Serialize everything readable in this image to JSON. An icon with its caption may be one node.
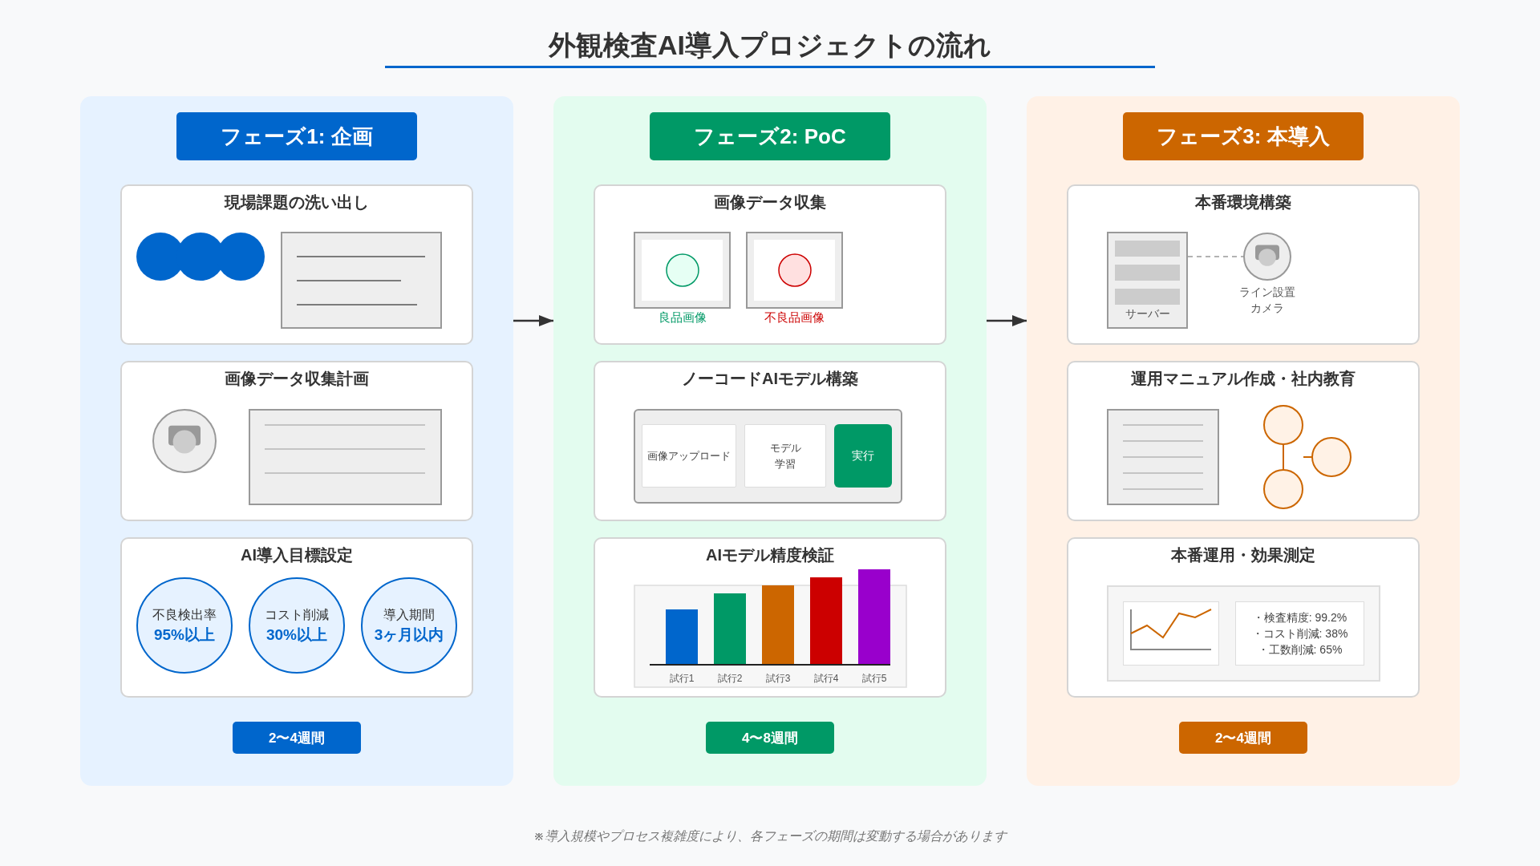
{
  "diagram": {
    "title": "外観検査AI導入プロジェクトの流れ",
    "caption": "※導入規模やプロセス複雑度により、各フェーズの期間は変動する場合があります",
    "nodes": [
      {
        "text": [],
        "shape": "box"
      },
      {
        "text": [
          "フェーズ1: 企画"
        ],
        "in": 0
      },
      {
        "text": [
          "現場課題の洗い出し"
        ],
        "in": 0
      },
      {
        "text": [
          "画像データ収集計画"
        ],
        "in": 0
      },
      {
        "text": [
          "AI導入目標設定"
        ],
        "in": 0
      },
      {
        "text": [
          "不良検出率",
          "95%以上"
        ],
        "in": 4
      },
      {
        "text": [
          "コスト削減",
          "30%以上"
        ],
        "in": 4
      },
      {
        "text": [
          "導入期間",
          "3ヶ月以内"
        ],
        "in": 4
      },
      {
        "text": [
          "2〜4週間"
        ],
        "in": 0
      },
      {
        "text": [],
        "shape": "box"
      },
      {
        "text": [
          "フェーズ2: PoC"
        ],
        "in": 9
      },
      {
        "text": [
          "画像データ収集"
        ],
        "in": 9
      },
      {
        "text": [
          "良品画像"
        ],
        "in": 11
      },
      {
        "text": [
          "不良品画像"
        ],
        "in": 11
      },
      {
        "text": [
          "ノーコードAIモデル構築"
        ],
        "in": 9
      },
      {
        "text": [],
        "shape": "box",
        "in": 14
      },
      {
        "text": [
          "画像アップロード"
        ],
        "in": 15
      },
      {
        "text": [
          "モデル学習"
        ],
        "in": 15
      },
      {
        "text": [
          "実行"
        ],
        "in": 15
      },
      {
        "text": [
          "AIモデル精度検証"
        ],
        "in": 9
      },
      {
        "text": [
          "4〜8週間"
        ],
        "in": 9
      },
      {
        "text": [],
        "shape": "box"
      },
      {
        "text": [
          "フェーズ3: 本導入"
        ],
        "in": 21
      },
      {
        "text": [
          "本番環境構築"
        ],
        "in": 21
      },
      {
        "text": [
          "サーバー"
        ],
        "in": 23
      },
      {
        "text": [
          "ライン設置カメラ"
        ],
        "in": 23
      },
      {
        "text": [
          "運用マニュアル作成・社内教育"
        ],
        "in": 21
      },
      {
        "text": [
          "本番運用・効果測定"
        ],
        "in": 21
      },
      {
        "text": [],
        "shape": "box",
        "in": 27
      },
      {
        "text": [
          "・検査精度: 99.2%",
          "・コスト削減: 38%",
          "・工数削減: 65%"
        ],
        "in": 28
      },
      {
        "text": [
          "2〜4週間"
        ],
        "in": 21
      }
    ],
    "edges": [
      {
        "from": 0,
        "to": 9,
        "arrow": "to"
      },
      {
        "from": 9,
        "to": 21,
        "arrow": "to"
      },
      {
        "from": 24,
        "to": 25,
        "arrow": "none",
        "style": "dashed",
        "color": "#999999"
      }
    ],
    "labels": [
      "試行1",
      "試行2",
      "試行3",
      "試行4",
      "試行5"
    ]
  }
}
